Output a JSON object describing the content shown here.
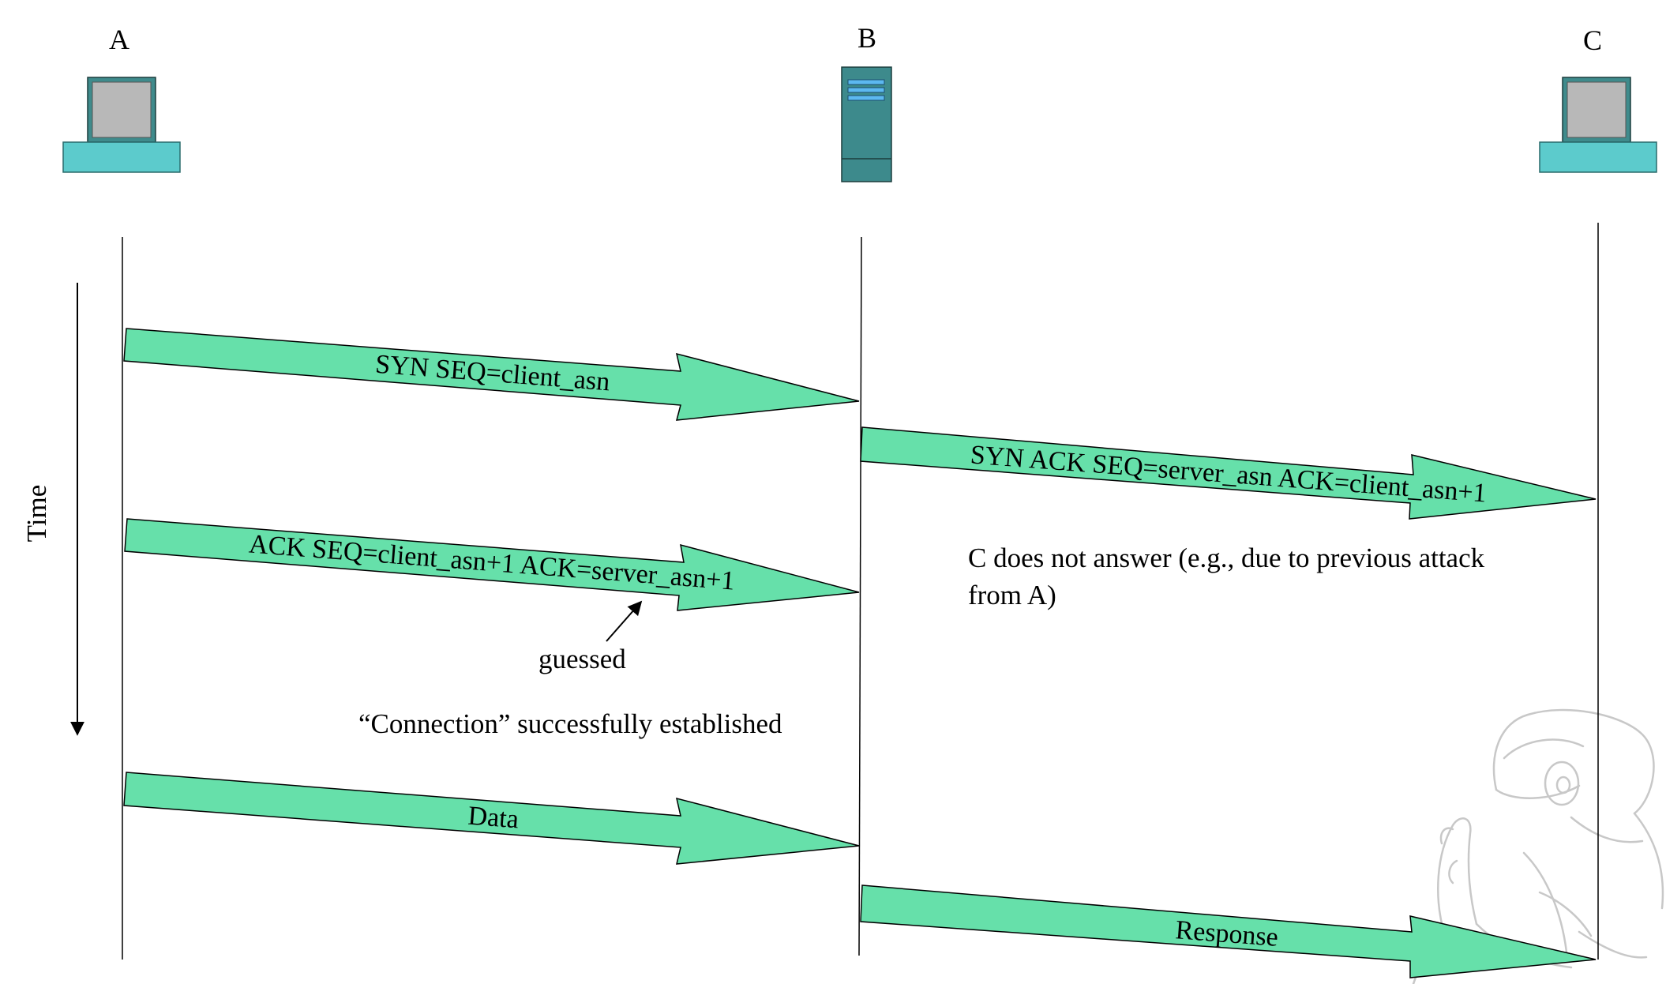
{
  "nodes": {
    "a": {
      "label": "A",
      "kind": "computer-icon"
    },
    "b": {
      "label": "B",
      "kind": "server-icon"
    },
    "c": {
      "label": "C",
      "kind": "computer-icon"
    }
  },
  "time_axis": {
    "label": "Time",
    "direction": "down"
  },
  "messages": [
    {
      "label": "SYN SEQ=client_asn"
    },
    {
      "label": "SYN ACK SEQ=server_asn ACK=client_asn+1"
    },
    {
      "label": "ACK SEQ=client_asn+1 ACK=server_asn+1"
    },
    {
      "label": "Data"
    },
    {
      "label": "Response"
    }
  ],
  "annotations": {
    "guessed": "guessed",
    "connection": "“Connection” successfully established",
    "c_note_line1": "C does not answer (e.g., due to previous attack",
    "c_note_line2": "from A)"
  },
  "colors": {
    "arrow_fill": "#66e0aa",
    "computer_base": "#5ccbcc",
    "computer_screen": "#b8b8b8",
    "computer_monitor": "#3f8b8c",
    "server_body": "#3d8a8c",
    "server_slots": "#5cb8f0",
    "mascot_stroke": "#c8c8c8",
    "line": "#000000"
  },
  "decoration": {
    "mascot": "mascot-watermark-icon"
  }
}
